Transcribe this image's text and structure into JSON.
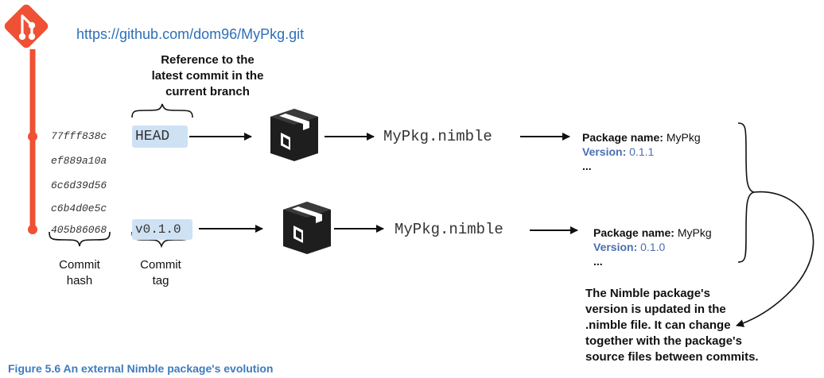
{
  "repo_url": "https://github.com/dom96/MyPkg.git",
  "head_note": [
    "Reference to the",
    "latest commit in the",
    "current branch"
  ],
  "commits": [
    "77fff838c",
    "ef889a10a",
    "6c6d39d56",
    "c6b4d0e5c",
    "405b86068"
  ],
  "refs": {
    "head": "HEAD",
    "tag": "v0.1.0"
  },
  "nimble_file": "MyPkg.nimble",
  "packages": [
    {
      "name_label": "Package name:",
      "name": "MyPkg",
      "version_label": "Version:",
      "version": "0.1.1",
      "more": "..."
    },
    {
      "name_label": "Package name:",
      "name": "MyPkg",
      "version_label": "Version:",
      "version": "0.1.0",
      "more": "..."
    }
  ],
  "column_labels": {
    "hash": [
      "Commit",
      "hash"
    ],
    "tag": [
      "Commit",
      "tag"
    ]
  },
  "note": [
    "The Nimble package's",
    "version is updated in the",
    ".nimble file. It can change",
    "together with the package's",
    "source files between commits."
  ],
  "caption": "Figure 5.6   An external Nimble package's evolution",
  "colors": {
    "git": "#f05033",
    "link": "#2e6fb8",
    "tag_bg": "#cfe2f4",
    "version": "#4a6fb0",
    "caption": "#3d7bbf"
  }
}
